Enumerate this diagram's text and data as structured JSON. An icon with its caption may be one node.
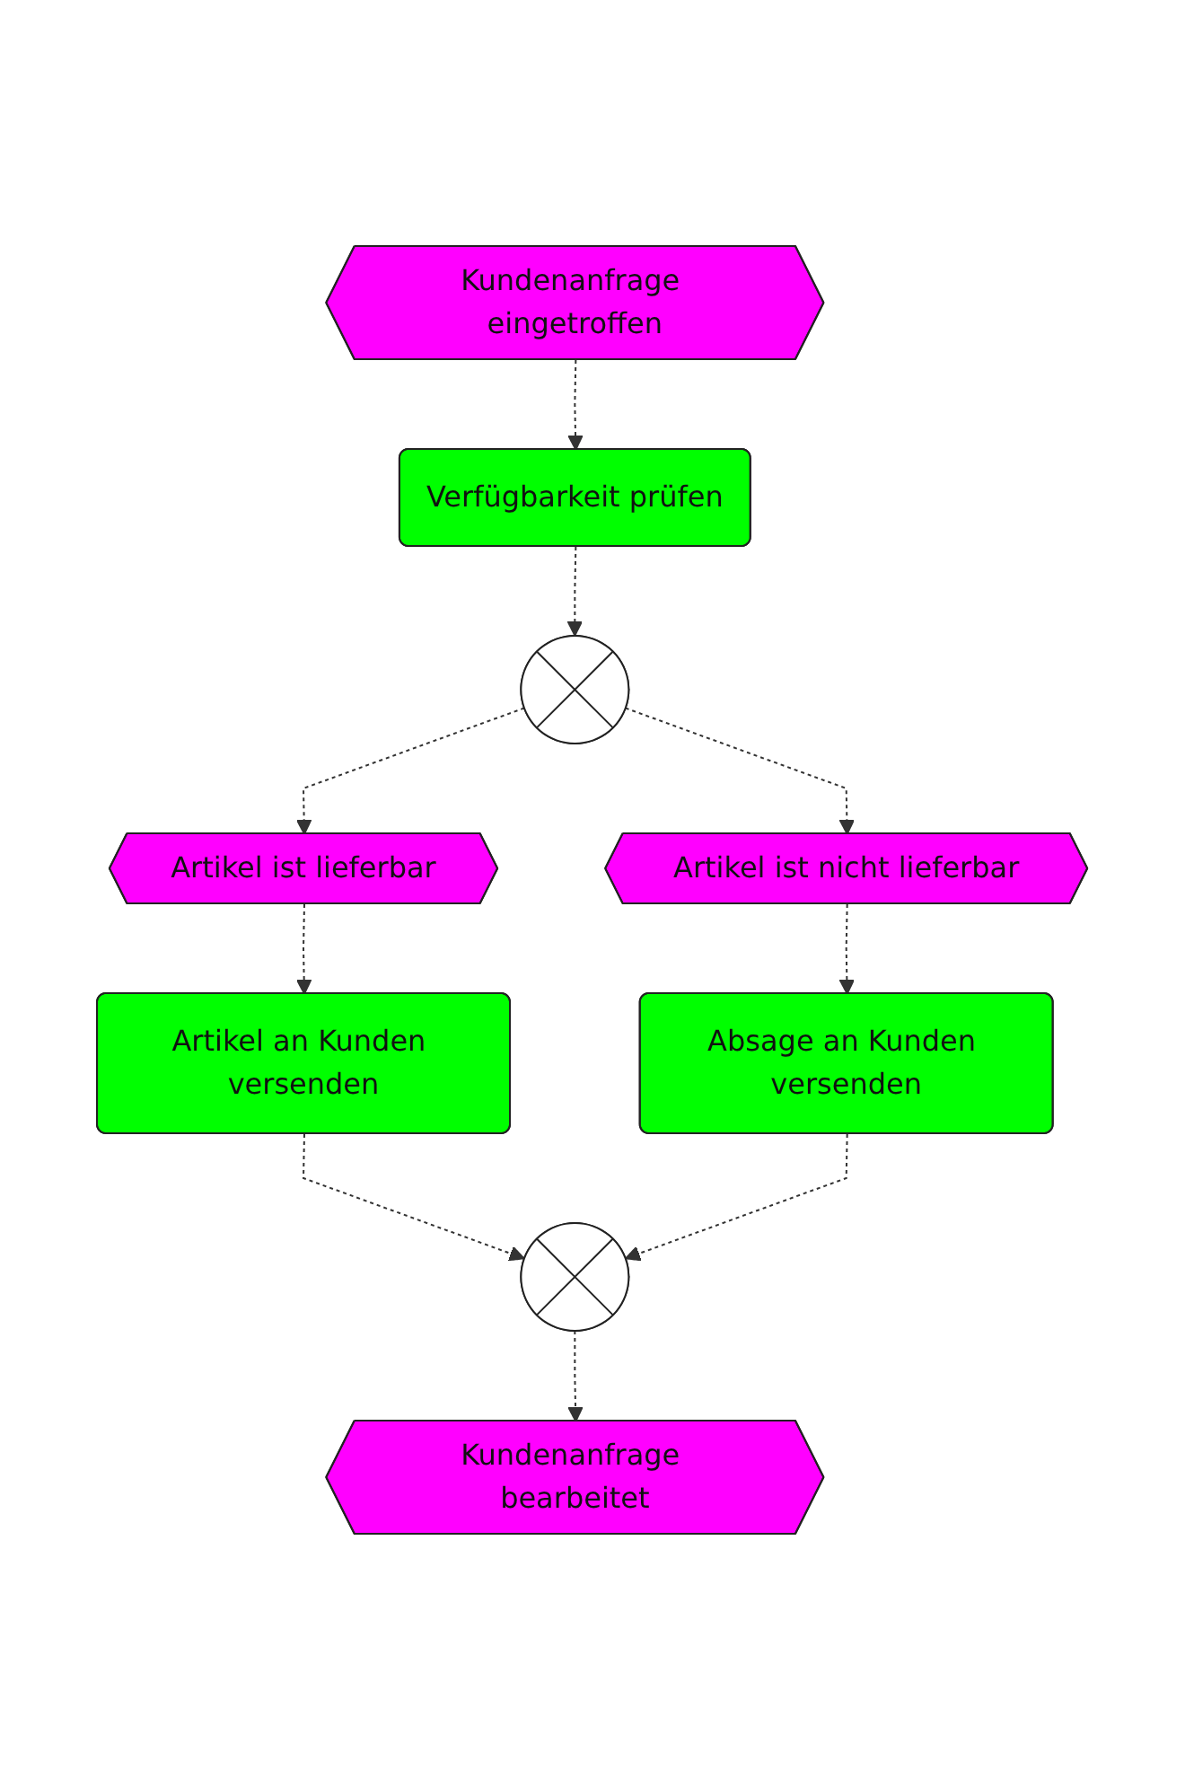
{
  "diagram": {
    "nodes": [
      {
        "text": [
          "Kundenanfrage eingetroffen"
        ]
      },
      {
        "text": [
          "Verfügbarkeit prüfen"
        ]
      },
      {
        "text": [],
        "shape": "circle"
      },
      {
        "text": [
          "Artikel ist lieferbar"
        ]
      },
      {
        "text": [
          "Artikel ist nicht lieferbar"
        ]
      },
      {
        "text": [
          "Artikel an Kunden versenden"
        ]
      },
      {
        "text": [
          "Absage an Kunden versenden"
        ]
      },
      {
        "text": [],
        "shape": "circle"
      },
      {
        "text": [
          "Kundenanfrage bearbeitet"
        ]
      }
    ],
    "edges": [
      {
        "from": 0,
        "to": 1,
        "arrow": "to",
        "style": "dashed"
      },
      {
        "from": 1,
        "to": 2,
        "arrow": "to",
        "style": "dashed"
      },
      {
        "from": 2,
        "to": 3,
        "arrow": "to",
        "style": "dashed"
      },
      {
        "from": 2,
        "to": 4,
        "arrow": "to",
        "style": "dashed"
      },
      {
        "from": 3,
        "to": 5,
        "arrow": "to",
        "style": "dashed"
      },
      {
        "from": 4,
        "to": 6,
        "arrow": "to",
        "style": "dashed"
      },
      {
        "from": 5,
        "to": 7,
        "arrow": "to",
        "style": "dashed"
      },
      {
        "from": 6,
        "to": 7,
        "arrow": "to",
        "style": "dashed"
      },
      {
        "from": 7,
        "to": 8,
        "arrow": "to",
        "style": "dashed"
      }
    ]
  }
}
